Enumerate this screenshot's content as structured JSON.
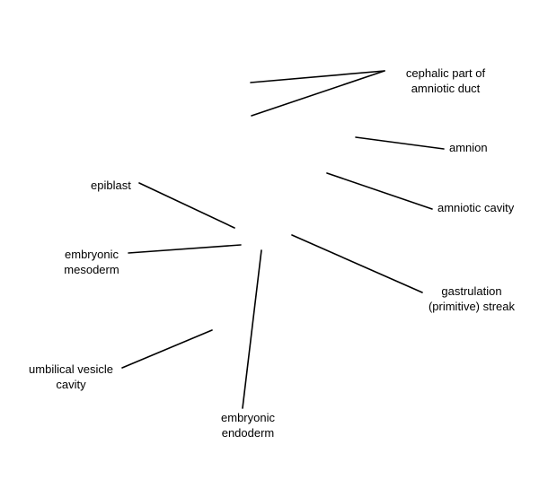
{
  "diagram": {
    "line_color": "#000000",
    "background": "#ffffff",
    "labels": {
      "cephalic_amniotic_duct": {
        "line1": "cephalic part of",
        "line2": "amniotic duct"
      },
      "amnion": {
        "text": "amnion"
      },
      "amniotic_cavity": {
        "text": "amniotic cavity"
      },
      "epiblast": {
        "text": "epiblast"
      },
      "embryonic_mesoderm": {
        "line1": "embryonic",
        "line2": "mesoderm"
      },
      "gastrulation_streak": {
        "line1": "gastrulation",
        "line2": "(primitive) streak"
      },
      "umbilical_vesicle_cavity": {
        "line1": "umbilical vesicle",
        "line2": "cavity"
      },
      "embryonic_endoderm": {
        "line1": "embryonic",
        "line2": "endoderm"
      }
    }
  }
}
